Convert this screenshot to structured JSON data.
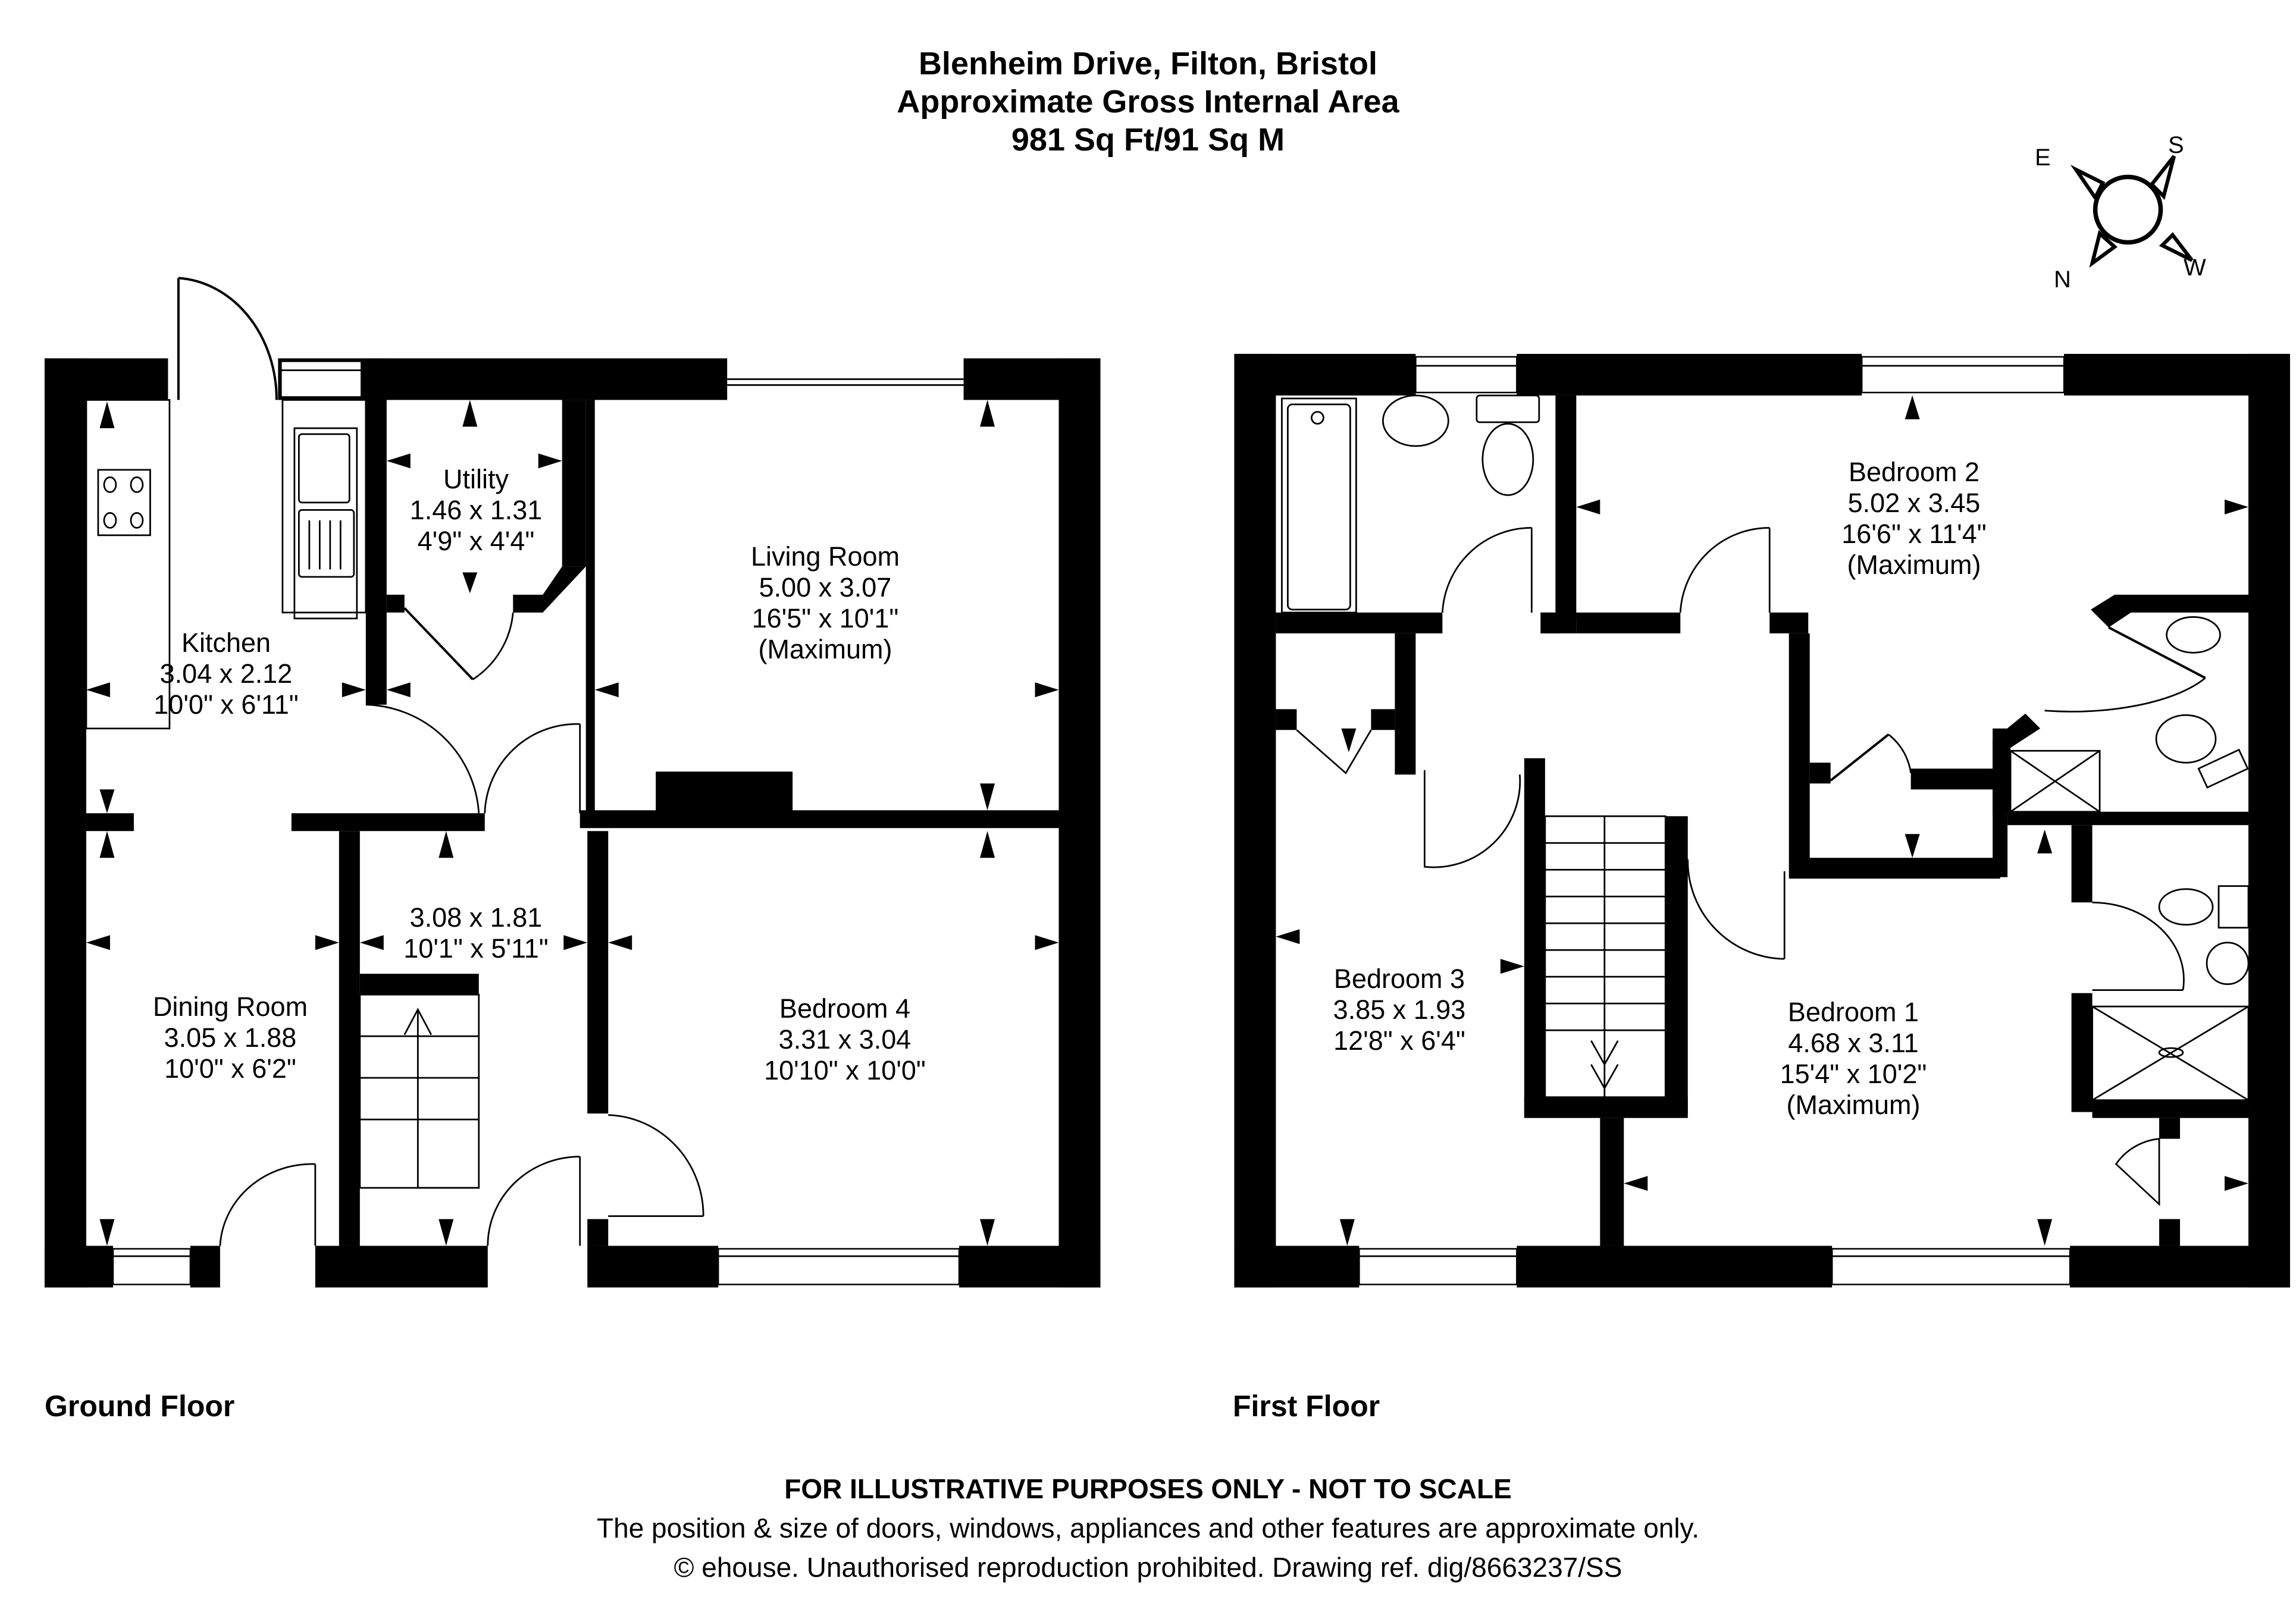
{
  "header": {
    "address": "Blenheim Drive, Filton, Bristol",
    "subtitle": "Approximate Gross Internal Area",
    "area": "981 Sq Ft/91 Sq M"
  },
  "compass": {
    "north": "N",
    "south": "S",
    "east": "E",
    "west": "W"
  },
  "floors": [
    {
      "label": "Ground Floor",
      "rooms": [
        {
          "name": "Kitchen",
          "metric": "3.04 x 2.12",
          "imperial": "10'0\" x 6'11\"",
          "note": ""
        },
        {
          "name": "Utility",
          "metric": "1.46 x 1.31",
          "imperial": "4'9\" x 4'4\"",
          "note": ""
        },
        {
          "name": "Living Room",
          "metric": "5.00 x 3.07",
          "imperial": "16'5\" x 10'1\"",
          "note": "(Maximum)"
        },
        {
          "name": "",
          "metric": "3.08 x 1.81",
          "imperial": "10'1\" x 5'11\"",
          "note": ""
        },
        {
          "name": "Dining Room",
          "metric": "3.05 x 1.88",
          "imperial": "10'0\" x 6'2\"",
          "note": ""
        },
        {
          "name": "Bedroom 4",
          "metric": "3.31 x 3.04",
          "imperial": "10'10\" x 10'0\"",
          "note": ""
        }
      ]
    },
    {
      "label": "First Floor",
      "rooms": [
        {
          "name": "Bedroom 2",
          "metric": "5.02 x 3.45",
          "imperial": "16'6\" x 11'4\"",
          "note": "(Maximum)"
        },
        {
          "name": "Bedroom 3",
          "metric": "3.85 x 1.93",
          "imperial": "12'8\" x 6'4\"",
          "note": ""
        },
        {
          "name": "Bedroom 1",
          "metric": "4.68 x 3.11",
          "imperial": "15'4\" x 10'2\"",
          "note": "(Maximum)"
        }
      ]
    }
  ],
  "footer": {
    "disclaimer": "FOR ILLUSTRATIVE PURPOSES ONLY - NOT TO SCALE",
    "note": "The position & size of doors, windows, appliances and other features are approximate only.",
    "copyright": "© ehouse. Unauthorised reproduction prohibited. Drawing ref. dig/8663237/SS"
  }
}
